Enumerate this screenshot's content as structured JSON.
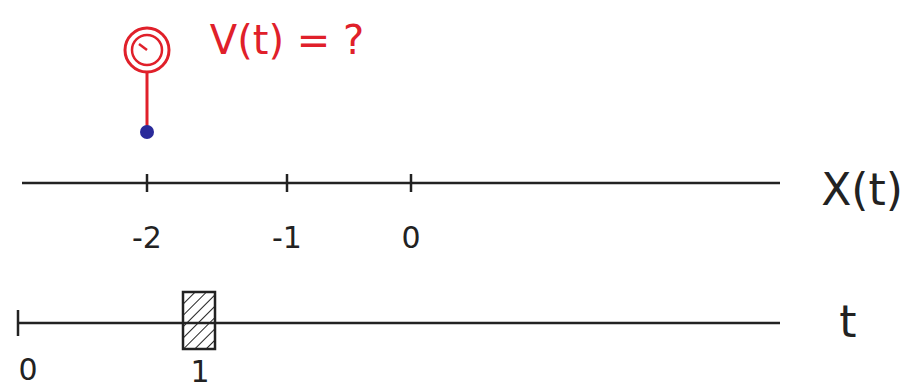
{
  "diagram": {
    "labels": [
      "V(t) = ?",
      "-2",
      "-1",
      "0",
      "X(t)",
      "0",
      "1",
      "t"
    ]
  }
}
